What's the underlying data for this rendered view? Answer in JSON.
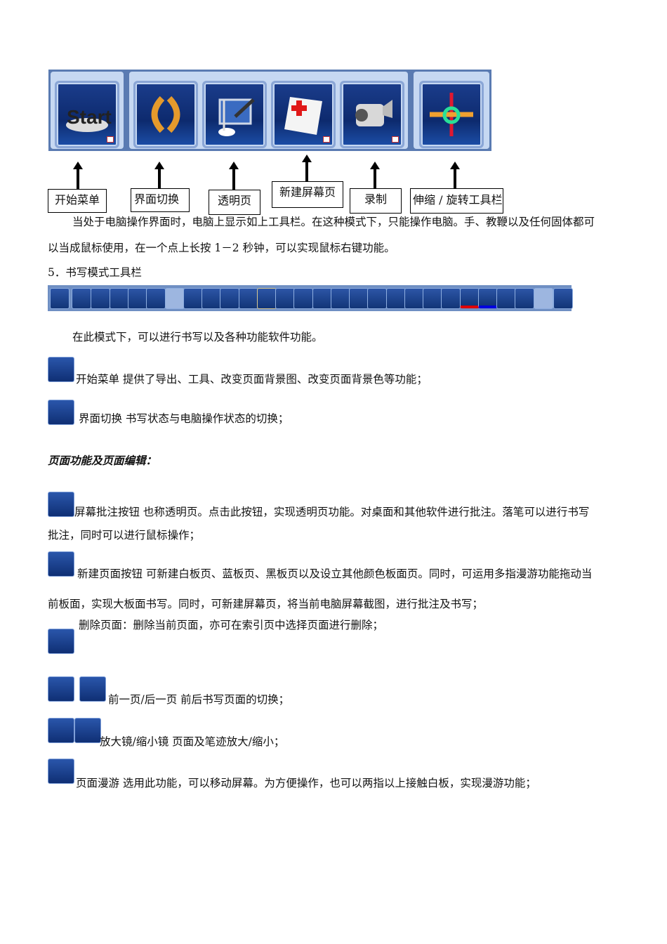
{
  "computer_toolbar": {
    "buttons": [
      {
        "name": "start",
        "icon": "start-icon"
      },
      {
        "name": "switch",
        "icon": "switch-arrows-icon"
      },
      {
        "name": "transparent",
        "icon": "screen-annotate-icon"
      },
      {
        "name": "new-screen-page",
        "icon": "new-page-icon"
      },
      {
        "name": "record",
        "icon": "camera-icon"
      },
      {
        "name": "resize-rotate",
        "icon": "resize-rotate-icon"
      }
    ],
    "colors": {
      "bar": "#5a7bb2",
      "group": "#c6d8f2",
      "button": "#0d2a6e"
    }
  },
  "callouts": {
    "start": "开始菜单",
    "switch": "界面切换",
    "transparent": "透明页",
    "new_screen": "新建屏幕页",
    "record": "录制",
    "resize": "伸缩 / 旋转工具栏"
  },
  "para1_line1": "当处于电脑操作界面时，电脑上显示如上工具栏。在这种模式下，只能操作电脑。手、教鞭以及任何固体都可",
  "para1_line2": "以当成鼠标使用，在一个点上长按 1－2 秒钟，可以实现鼠标右键功能。",
  "section5": "5．书写模式工具栏",
  "writing_toolbar": {
    "button_count": 29,
    "colors": {
      "pen_color_bar": "#e00000",
      "fill_color_bar": "#0000e0"
    }
  },
  "para2": "在此模式下，可以进行书写以及各种功能软件功能。",
  "items": {
    "start": "开始菜单  提供了导出、工具、改变页面背景图、改变页面背景色等功能；",
    "switch": "界面切换  书写状态与电脑操作状态的切换；",
    "section_heading": "页面功能及页面编辑：",
    "annotate_l1": "屏幕批注按钮 也称透明页。点击此按钮，实现透明页功能。对桌面和其他软件进行批注。落笔可以进行书写",
    "annotate_l2": "批注，同时可以进行鼠标操作；",
    "newpage_l1": "新建页面按钮 可新建白板页、蓝板页、黑板页以及设立其他颜色板面页。同时，可运用多指漫游功能拖动当",
    "newpage_l2": "前板面，实现大板面书写。同时，可新建屏幕页，将当前电脑屏幕截图，进行批注及书写；",
    "delete": "删除页面：删除当前页面，亦可在索引页中选择页面进行删除；",
    "prevnext": "前一页/后一页  前后书写页面的切换；",
    "zoom": "放大镜/缩小镜  页面及笔迹放大/缩小；",
    "pan": "页面漫游 选用此功能，可以移动屏幕。为方便操作，也可以两指以上接触白板，实现漫游功能；"
  }
}
